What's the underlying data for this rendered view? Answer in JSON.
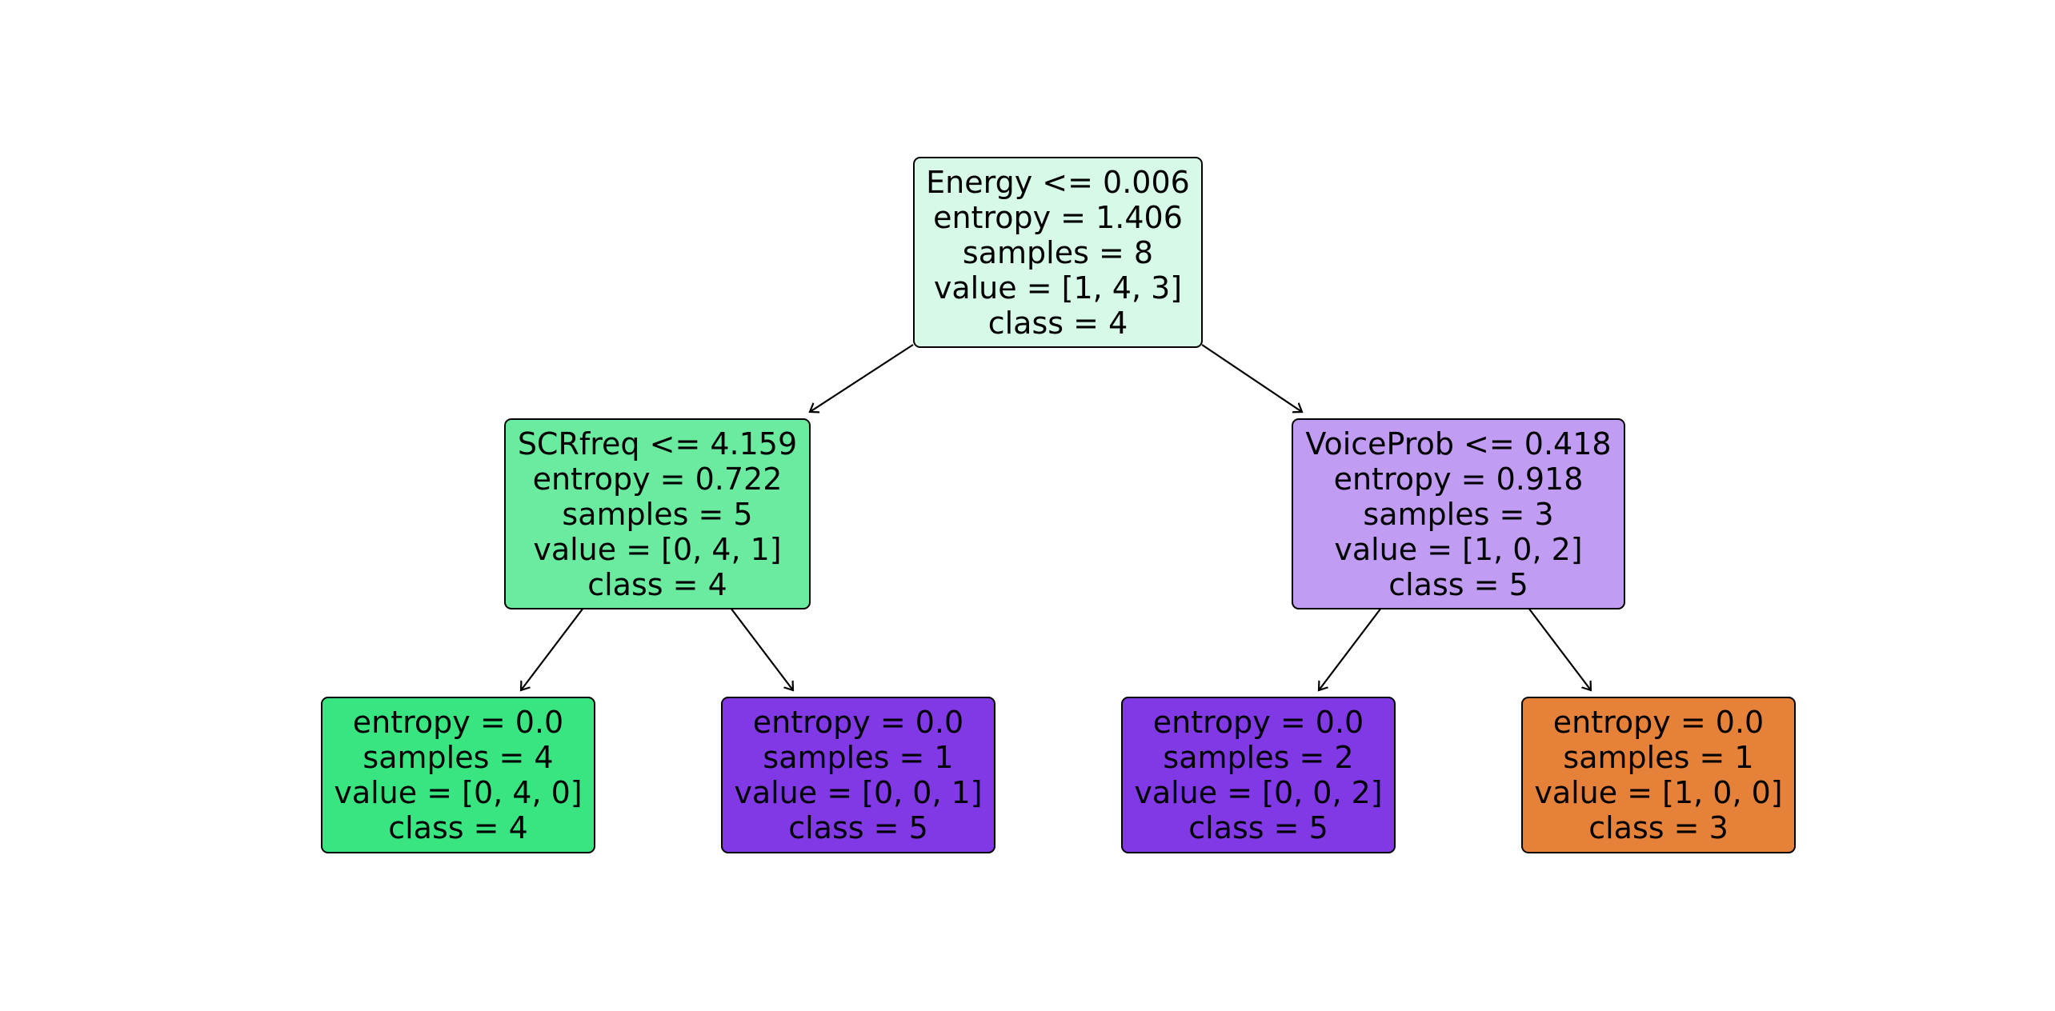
{
  "tree": {
    "root": {
      "split": "Energy <= 0.006",
      "entropy": "entropy = 1.406",
      "samples": "samples = 8",
      "value": "value = [1, 4, 3]",
      "class": "class = 4",
      "color": "#d7f9e8"
    },
    "left": {
      "split": "SCRfreq <= 4.159",
      "entropy": "entropy = 0.722",
      "samples": "samples = 5",
      "value": "value = [0, 4, 1]",
      "class": "class = 4",
      "color": "#6aeb9f"
    },
    "right": {
      "split": "VoiceProb <= 0.418",
      "entropy": "entropy = 0.918",
      "samples": "samples = 3",
      "value": "value = [1, 0, 2]",
      "class": "class = 5",
      "color": "#c09cf2"
    },
    "left_left": {
      "entropy": "entropy = 0.0",
      "samples": "samples = 4",
      "value": "value = [0, 4, 0]",
      "class": "class = 4",
      "color": "#39e581"
    },
    "left_right": {
      "entropy": "entropy = 0.0",
      "samples": "samples = 1",
      "value": "value = [0, 0, 1]",
      "class": "class = 5",
      "color": "#8139e5"
    },
    "right_left": {
      "entropy": "entropy = 0.0",
      "samples": "samples = 2",
      "value": "value = [0, 0, 2]",
      "class": "class = 5",
      "color": "#8139e5"
    },
    "right_right": {
      "entropy": "entropy = 0.0",
      "samples": "samples = 1",
      "value": "value = [1, 0, 0]",
      "class": "class = 3",
      "color": "#e58139"
    }
  }
}
